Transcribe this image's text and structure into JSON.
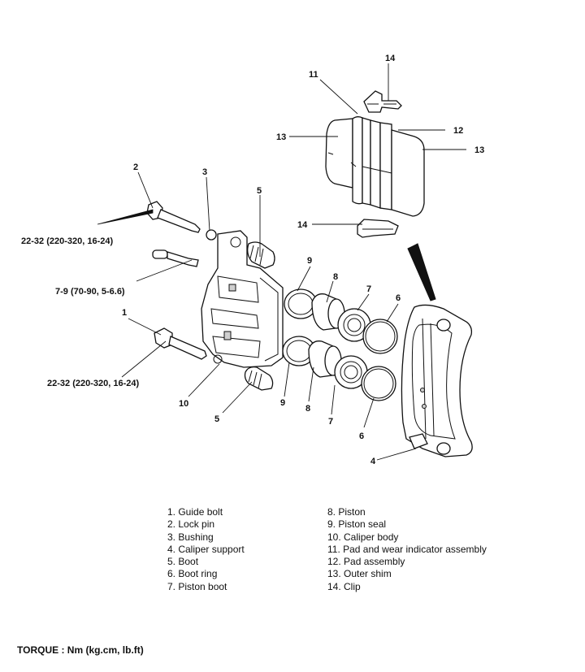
{
  "diagram": {
    "callouts": {
      "c1": "1",
      "c2": "2",
      "c3": "3",
      "c4": "4",
      "c5a": "5",
      "c5b": "5",
      "c6a": "6",
      "c6b": "6",
      "c7a": "7",
      "c7b": "7",
      "c8a": "8",
      "c8b": "8",
      "c9a": "9",
      "c9b": "9",
      "c10": "10",
      "c11": "11",
      "c12": "12",
      "c13a": "13",
      "c13b": "13",
      "c14a": "14",
      "c14b": "14"
    },
    "torque_specs": {
      "guide_bolt_top": "22-32 (220-320, 16-24)",
      "bleeder": "7-9 (70-90, 5-6.6)",
      "guide_bolt_bottom": "22-32 (220-320, 16-24)"
    }
  },
  "legend": {
    "left": [
      "1. Guide bolt",
      "2. Lock pin",
      "3. Bushing",
      "4. Caliper support",
      "5. Boot",
      "6. Boot ring",
      "7. Piston boot"
    ],
    "right": [
      "8. Piston",
      "9. Piston seal",
      "10. Caliper body",
      "11. Pad and wear indicator assembly",
      "12. Pad assembly",
      "13. Outer shim",
      "14. Clip"
    ]
  },
  "torque_note": "TORQUE : Nm (kg.cm, lb.ft)"
}
